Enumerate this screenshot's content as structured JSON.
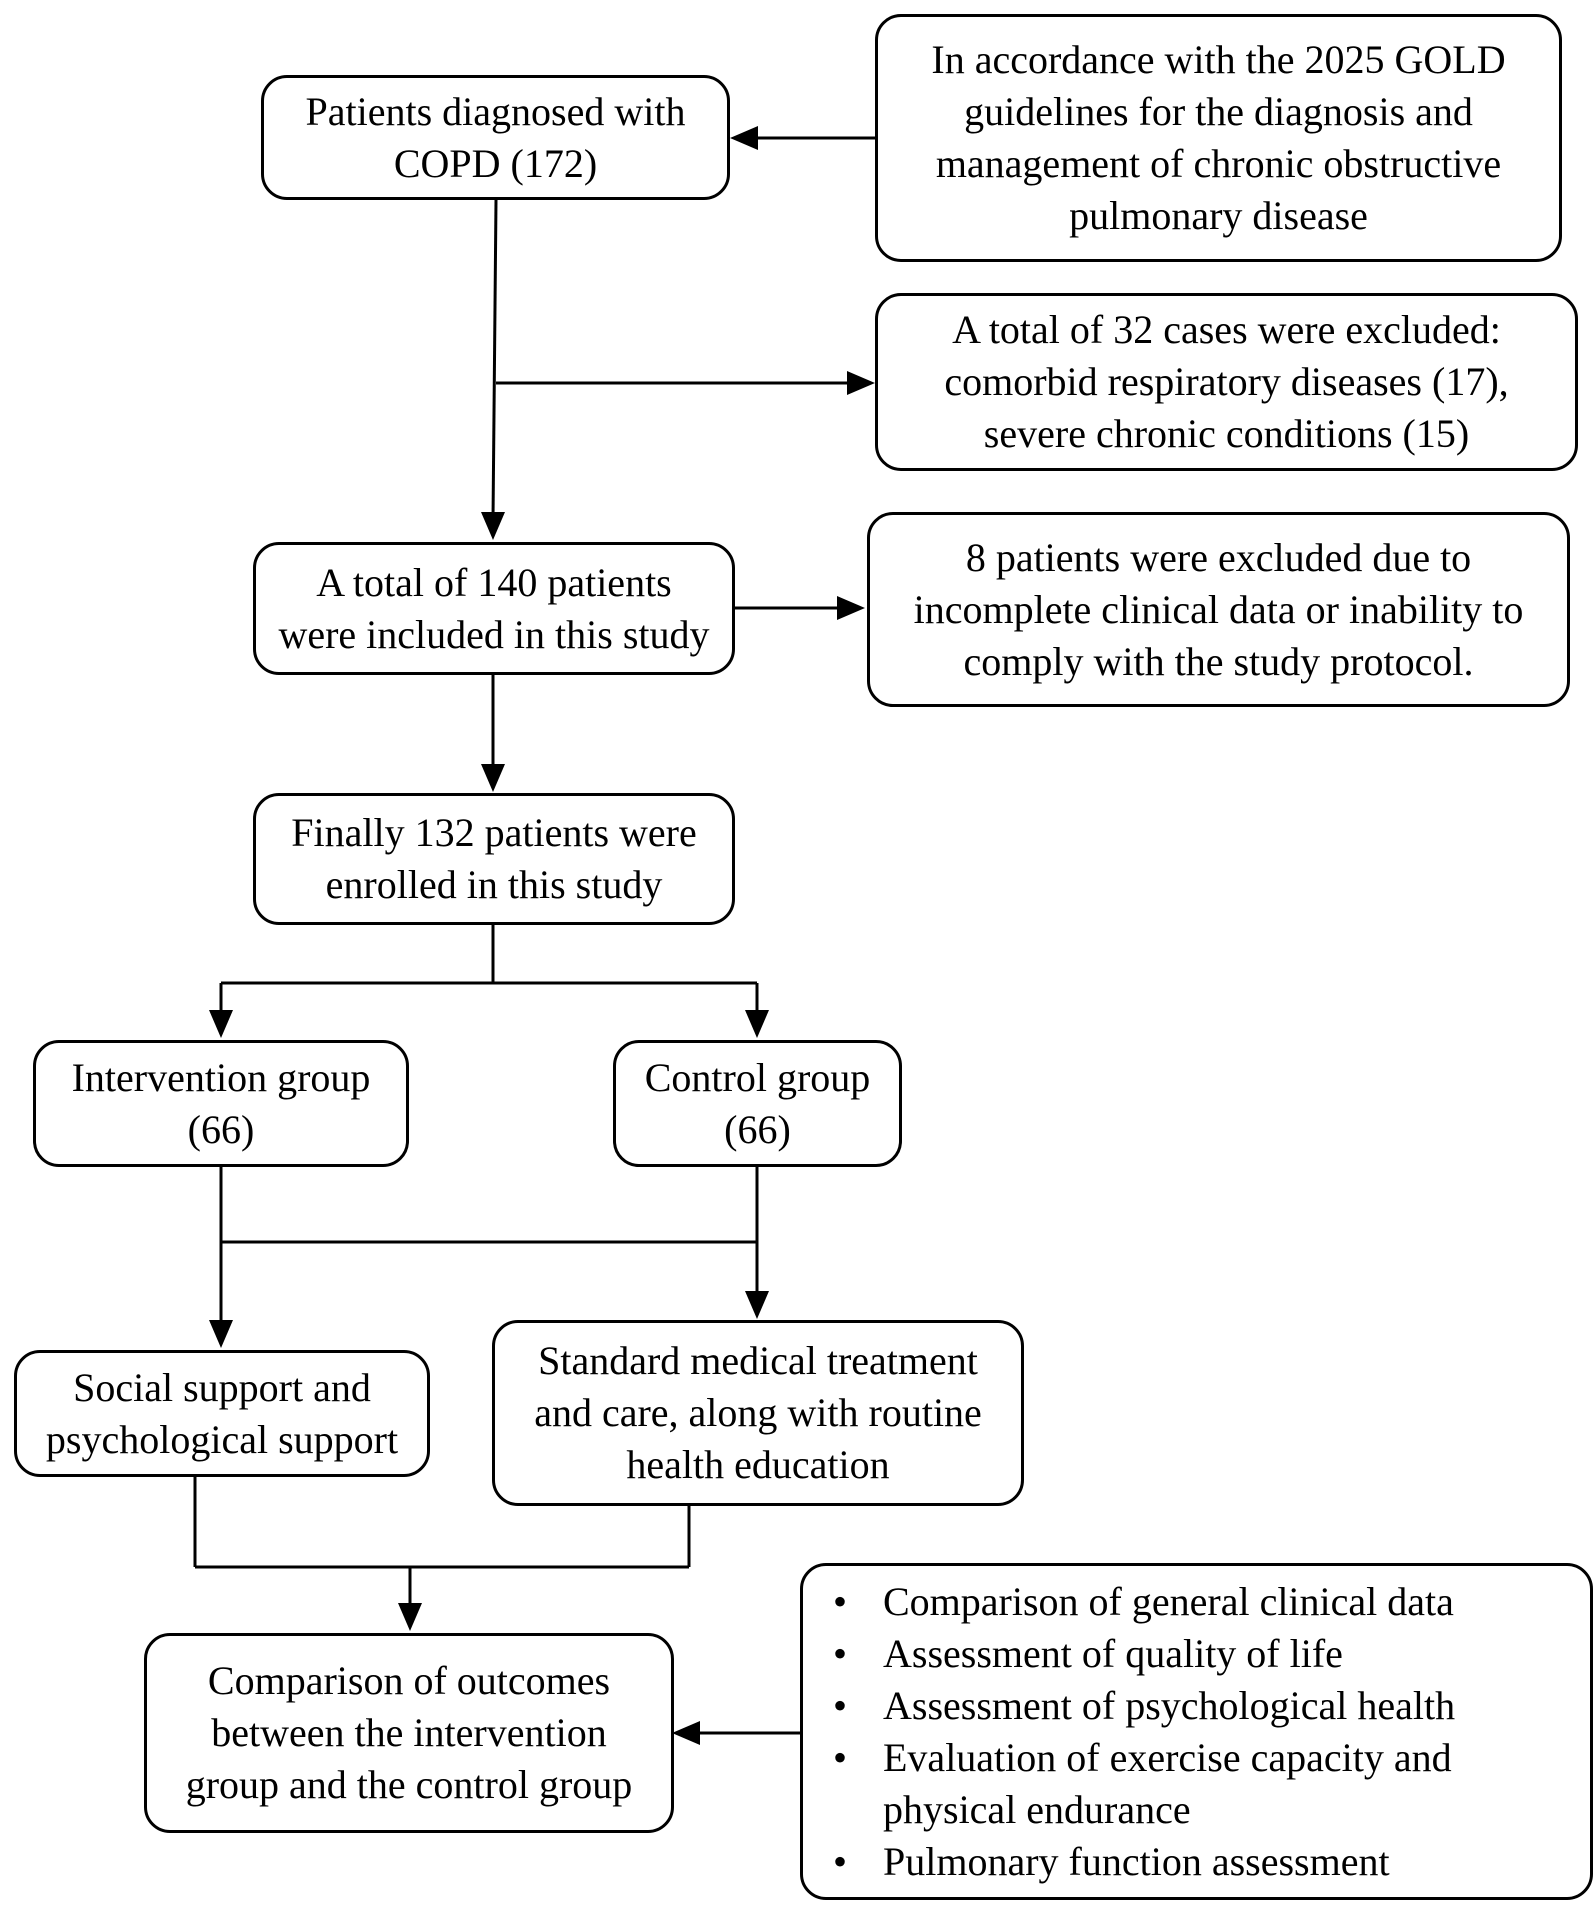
{
  "boxes": {
    "gold": [
      "In accordance with the 2025 GOLD",
      "guidelines for the diagnosis and",
      "management of chronic obstructive",
      "pulmonary disease"
    ],
    "copd": [
      "Patients diagnosed with",
      "COPD (172)"
    ],
    "excluded32": [
      "A total of 32 cases were excluded:",
      "comorbid respiratory diseases (17),",
      "severe chronic conditions (15)"
    ],
    "included140": [
      "A total of 140 patients",
      "were included in this study"
    ],
    "excluded8": [
      "8 patients were excluded due to",
      "incomplete clinical data or inability to",
      "comply with the study protocol."
    ],
    "enrolled132": [
      "Finally 132 patients were",
      "enrolled in this study"
    ],
    "intervention": [
      "Intervention group",
      "(66)"
    ],
    "control": [
      "Control group",
      "(66)"
    ],
    "social": [
      "Social support and",
      "psychological support"
    ],
    "standard": [
      "Standard medical treatment",
      "and care, along with routine",
      "health education"
    ],
    "comparison": [
      "Comparison of outcomes",
      "between the intervention",
      "group and the control group"
    ]
  },
  "outcomes_list": [
    "Comparison of general clinical data",
    "Assessment of quality of life",
    "Assessment of psychological health",
    "Evaluation of exercise capacity and physical endurance",
    "Pulmonary function assessment"
  ],
  "bullet_symbol": "•",
  "colors": {
    "stroke": "#000000",
    "background": "#ffffff"
  }
}
